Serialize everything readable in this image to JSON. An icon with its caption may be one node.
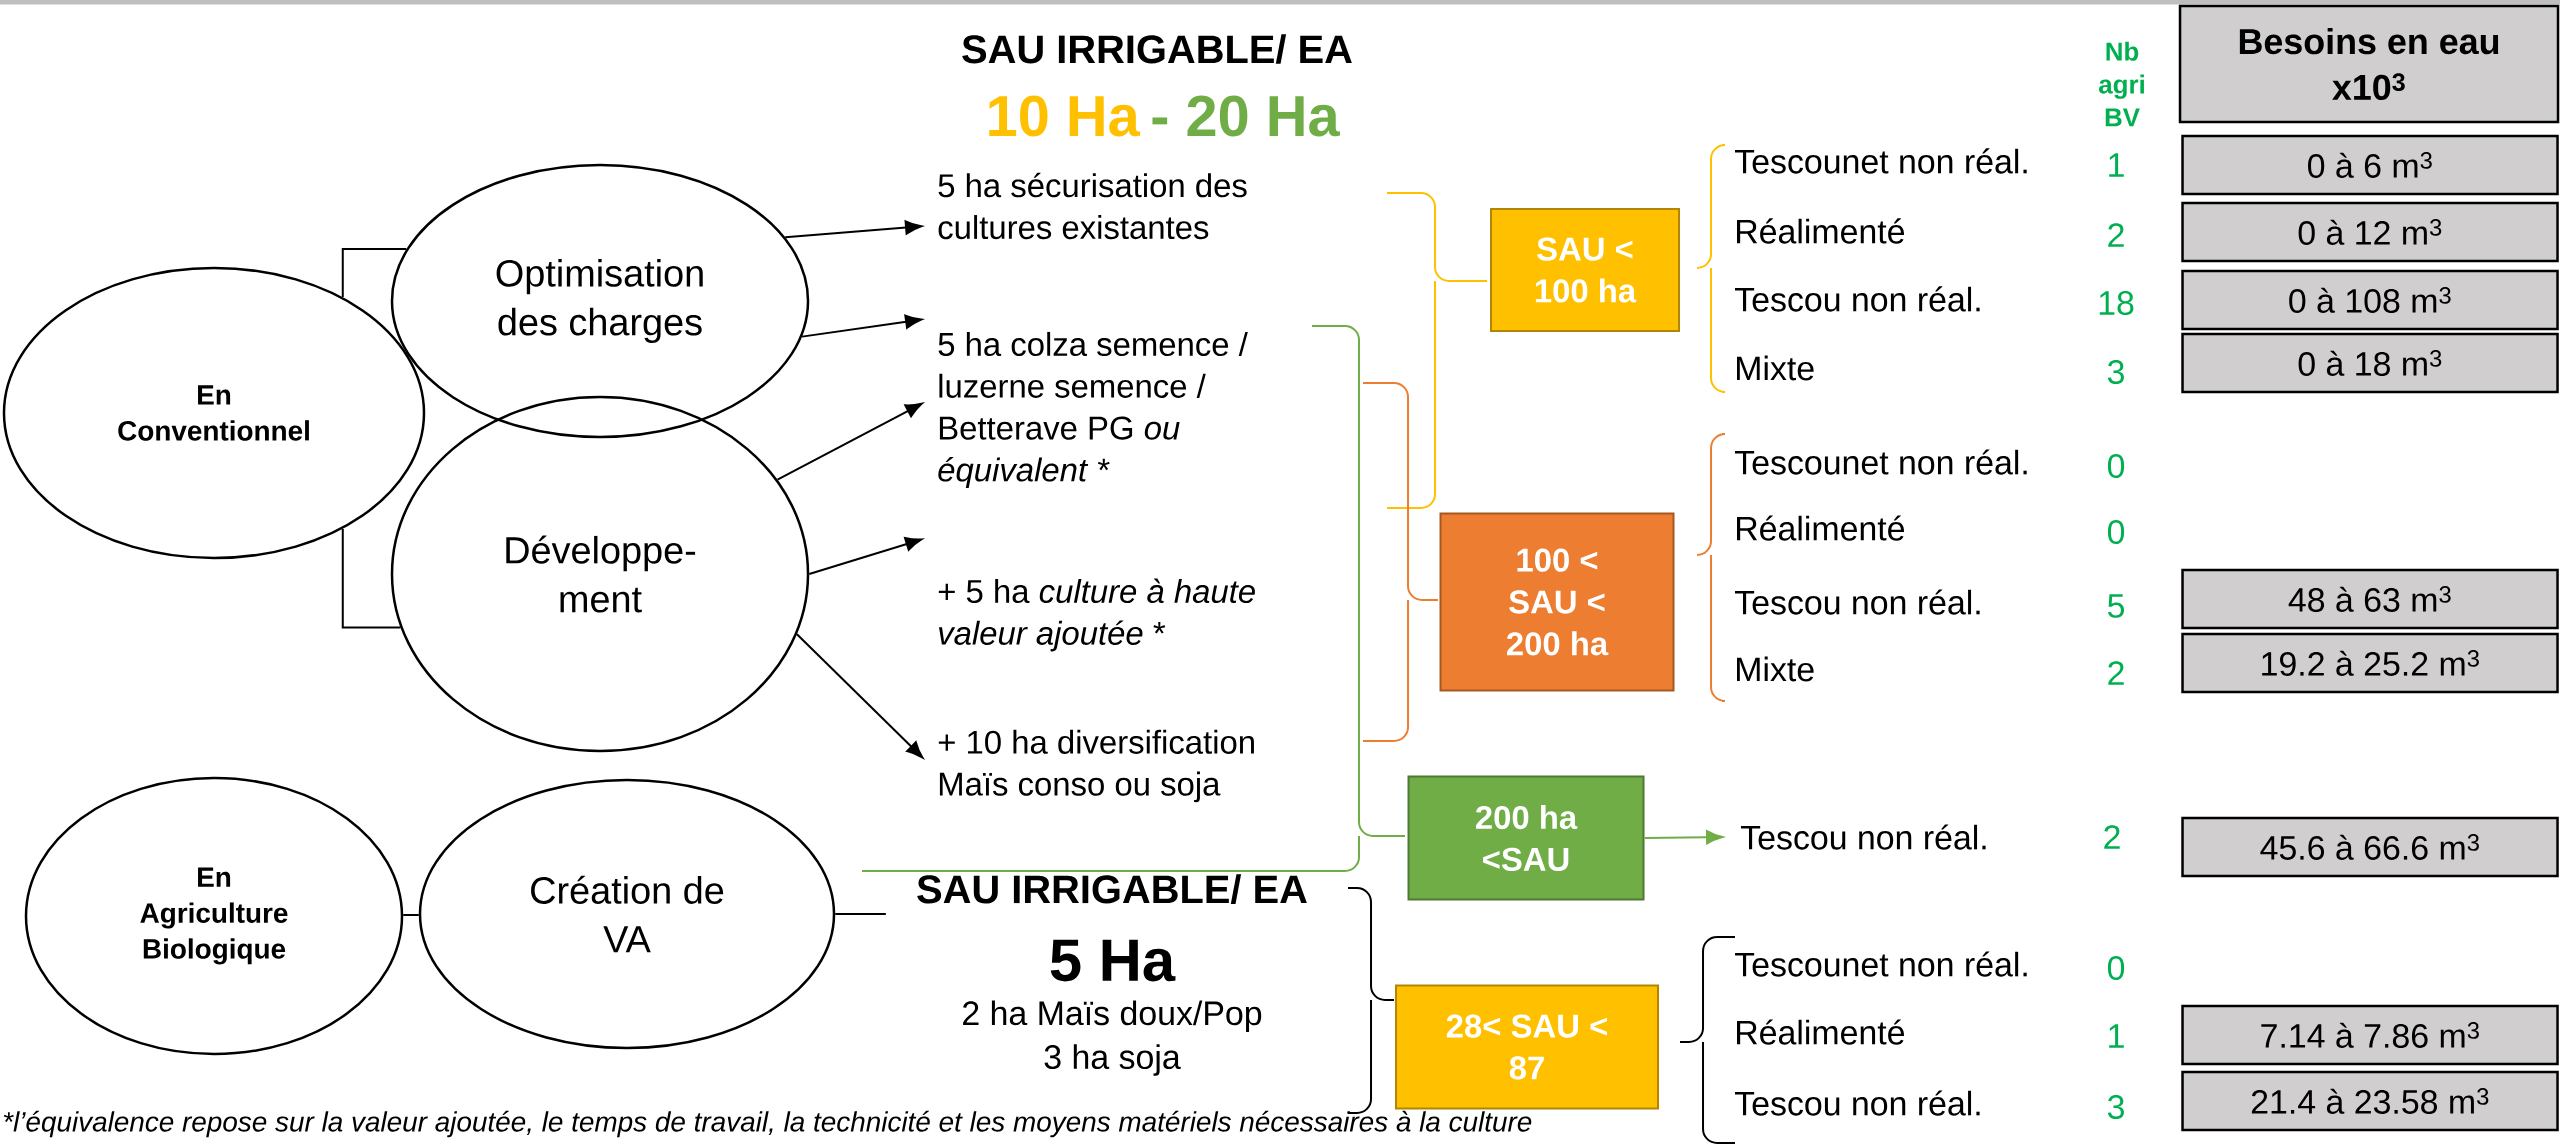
{
  "diagram": {
    "caption": "*l’équivalence repose sur la valeur ajoutée, le temps de travail, la technicité et les moyens matériels nécessaires à la culture",
    "nodes": [
      {
        "text": [
          "En Conventionnel"
        ]
      },
      {
        "text": [
          "Optimisation des charges"
        ]
      },
      {
        "text": [
          "Développe- ment"
        ]
      },
      {
        "text": [
          "En Agriculture Biologique"
        ]
      },
      {
        "text": [
          "Création de VA"
        ]
      },
      {
        "text": [
          "5 ha sécurisation des cultures existantes"
        ]
      },
      {
        "text": [
          "5 ha colza semence / luzerne semence / Betterave PG *ou équivalent* *"
        ]
      },
      {
        "text": [
          "+ 5 ha *culture à haute valeur ajoutée* *"
        ]
      },
      {
        "text": [
          "+ 10 ha diversification Maïs conso ou soja"
        ]
      },
      {
        "text": [
          "SAU IRRIGABLE/ EA",
          "5 Ha",
          "2 ha Maïs doux/Pop 3 ha soja"
        ]
      },
      {
        "text": [
          "SAU < 100 ha"
        ]
      },
      {
        "text": [
          "100 < SAU < 200 ha"
        ]
      },
      {
        "text": [
          "200 ha <SAU"
        ]
      },
      {
        "text": [
          "28< SAU < 87"
        ]
      },
      {
        "text": [
          "Besoins en eau x10$^{3}$"
        ]
      },
      {
        "text": [
          "0 à 6 m$^{3}$"
        ]
      },
      {
        "text": [
          "0 à 12 m$^{3}$"
        ]
      },
      {
        "text": [
          "0 à 108 m$^{3}$"
        ]
      },
      {
        "text": [
          "0 à 18 m$^{3}$"
        ]
      },
      {
        "text": [
          "48 à 63 m$^{3}$"
        ]
      },
      {
        "text": [
          "19.2 à 25.2 m$^{3}$"
        ]
      },
      {
        "text": [
          "Tescou non réal."
        ]
      },
      {
        "text": [
          "45.6 à 66.6 m$^{3}$"
        ]
      },
      {
        "text": [
          "7.14 à 7.86 m$^{3}$"
        ]
      },
      {
        "text": [
          "21.4 à 23.58 m$^{3}$"
        ]
      }
    ],
    "edges": [
      {
        "from": 0,
        "to": 1,
        "arrow": "none"
      },
      {
        "from": 0,
        "to": 2,
        "arrow": "none"
      },
      {
        "from": 1,
        "to": 5,
        "arrow": "to"
      },
      {
        "from": 1,
        "to": 6,
        "arrow": "to"
      },
      {
        "from": 2,
        "to": 6,
        "arrow": "to"
      },
      {
        "from": 2,
        "to": 7,
        "arrow": "to"
      },
      {
        "from": 2,
        "to": 8,
        "arrow": "to"
      },
      {
        "from": 3,
        "to": 4,
        "arrow": "none"
      },
      {
        "from": 4,
        "to": 9,
        "arrow": "none"
      },
      {
        "from": 12,
        "to": 21,
        "arrow": "to",
        "color": "#70ad47"
      }
    ],
    "labels": [
      "SAU IRRIGABLE/ EA",
      "10 Ha",
      "- 20 Ha",
      "Nb agri BV",
      "Tescounet non réal.",
      "1",
      "Réalimenté",
      "2",
      "Tescou non réal.",
      "18",
      "Mixte",
      "3",
      "Tescounet non réal.",
      "0",
      "Réalimenté",
      "0",
      "Tescou non réal.",
      "5",
      "Mixte",
      "2",
      "2",
      "Tescounet non réal.",
      "0",
      "Réalimenté",
      "1",
      "Tescou non réal.",
      "3"
    ]
  }
}
